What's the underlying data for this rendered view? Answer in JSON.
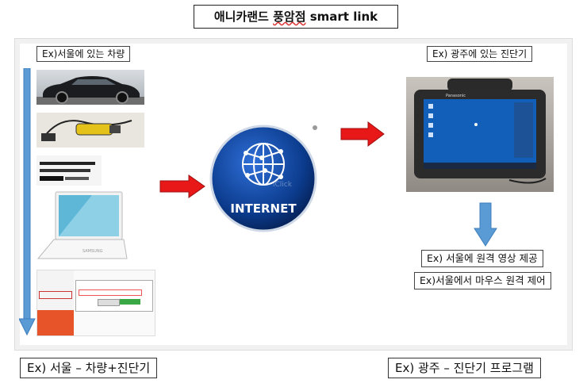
{
  "title": {
    "main": "애니카랜드 ",
    "underlined": "풍암점",
    "tail": " smart link"
  },
  "labels": {
    "seoul_vehicle": "Ex)서울에 있는 차량",
    "gwangju_scanner": "Ex) 광주에 있는 진단기",
    "remote_video": "Ex) 서울에 원격 영상 제공",
    "remote_mouse": "Ex)서울에서 마우스 원격 제어",
    "bottom_left": "Ex) 서울 – 차량+진단기",
    "bottom_right": "Ex) 광주 – 진단기 프로그램"
  },
  "globe": {
    "text": "INTERNET",
    "watermark": "iClick"
  },
  "tablet": {
    "brand": "Panasonic"
  },
  "laptop": {
    "brand": "SAMSUNG"
  },
  "colors": {
    "arrow_red": "#e81818",
    "arrow_blue": "#5b9bd5",
    "globe_blue": "#0b3b8c"
  }
}
